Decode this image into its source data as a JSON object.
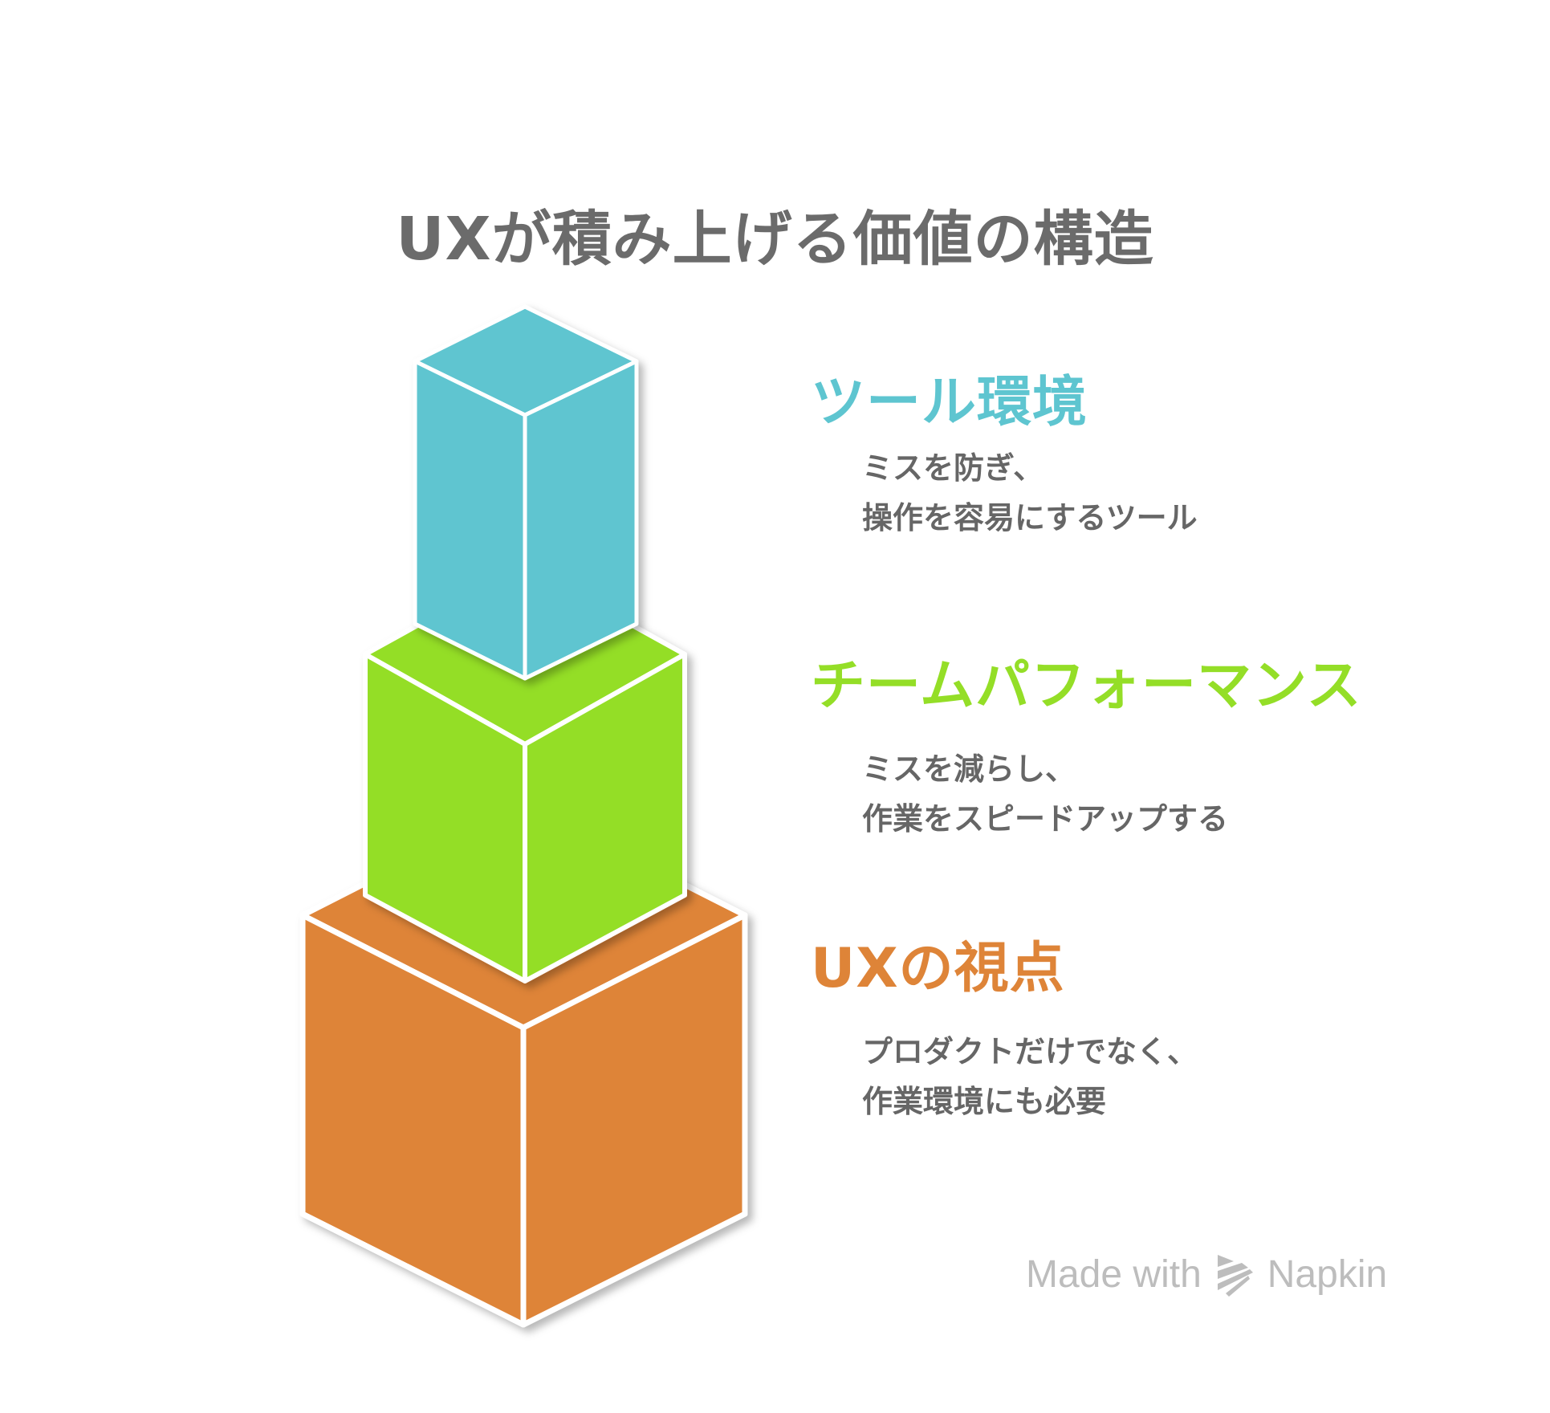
{
  "title": "UXが積み上げる価値の構造",
  "colors": {
    "teal": "#5ec5d0",
    "green": "#94de27",
    "orange": "#de8438",
    "title_gray": "#6b6b6b",
    "text_gray": "#666666",
    "footer_gray": "#bdbdbd"
  },
  "layers": [
    {
      "level": "top",
      "heading": "ツール環境",
      "color": "#5ec5d0",
      "description_lines": [
        "ミスを防ぎ、",
        "操作を容易にするツール"
      ]
    },
    {
      "level": "middle",
      "heading": "チームパフォーマンス",
      "color": "#94de27",
      "description_lines": [
        "ミスを減らし、",
        "作業をスピードアップする"
      ]
    },
    {
      "level": "bottom",
      "heading": "UXの視点",
      "color": "#de8438",
      "description_lines": [
        "プロダクトだけでなく、",
        "作業環境にも必要"
      ]
    }
  ],
  "footer": {
    "prefix": "Made with",
    "brand": "Napkin",
    "icon": "napkin-logo-icon"
  }
}
